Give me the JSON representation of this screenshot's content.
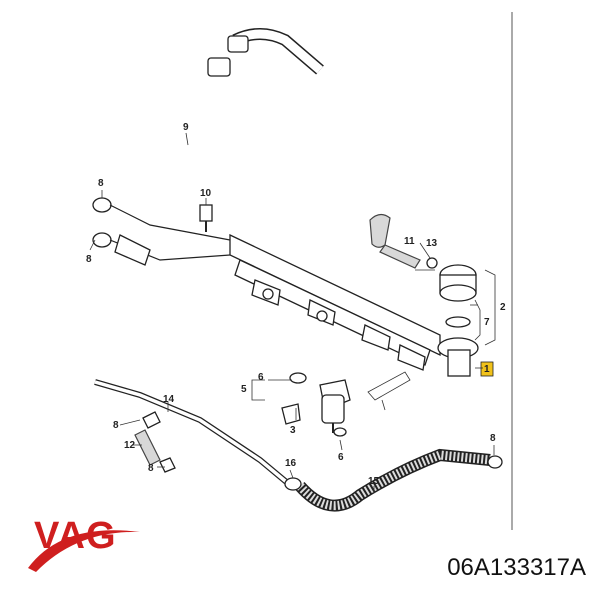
{
  "diagram": {
    "callouts": {
      "c1": "1",
      "c2": "2",
      "c3": "3",
      "c5": "5",
      "c6a": "6",
      "c6b": "6",
      "c7": "7",
      "c8a": "8",
      "c8b": "8",
      "c8c": "8",
      "c8d": "8",
      "c8e": "8",
      "c9": "9",
      "c10": "10",
      "c11": "11",
      "c12": "12",
      "c13": "13",
      "c14": "14",
      "c15": "15",
      "c16": "16"
    }
  },
  "brand": {
    "name": "VAG",
    "color": "#cf1f1f"
  },
  "part_number": "06A133317A"
}
